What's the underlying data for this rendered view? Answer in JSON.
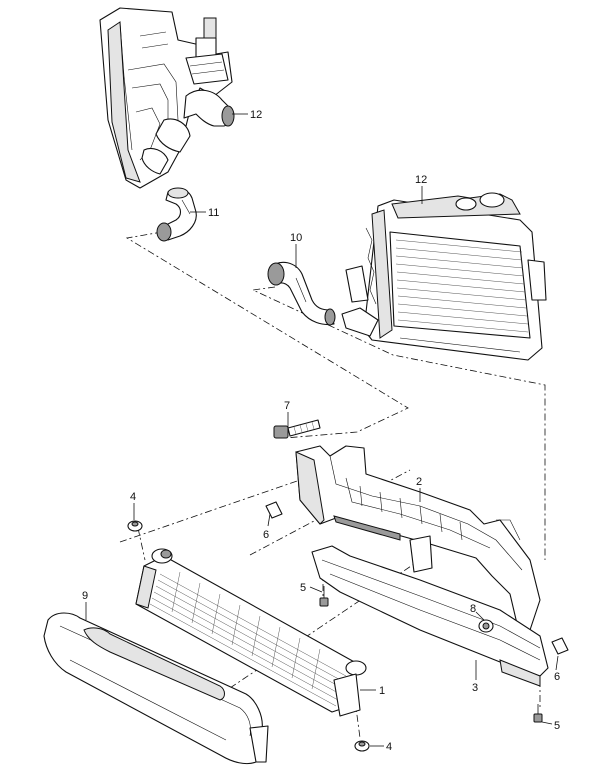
{
  "callouts": [
    {
      "id": "c1",
      "label": "1"
    },
    {
      "id": "c2",
      "label": "2"
    },
    {
      "id": "c3",
      "label": "3"
    },
    {
      "id": "c4a",
      "label": "4"
    },
    {
      "id": "c4b",
      "label": "4"
    },
    {
      "id": "c5a",
      "label": "5"
    },
    {
      "id": "c5b",
      "label": "5"
    },
    {
      "id": "c6a",
      "label": "6"
    },
    {
      "id": "c6b",
      "label": "6"
    },
    {
      "id": "c7",
      "label": "7"
    },
    {
      "id": "c8",
      "label": "8"
    },
    {
      "id": "c9",
      "label": "9"
    },
    {
      "id": "c10",
      "label": "10"
    },
    {
      "id": "c11",
      "label": "11"
    },
    {
      "id": "c12a",
      "label": "12"
    },
    {
      "id": "c12b",
      "label": "12"
    }
  ]
}
